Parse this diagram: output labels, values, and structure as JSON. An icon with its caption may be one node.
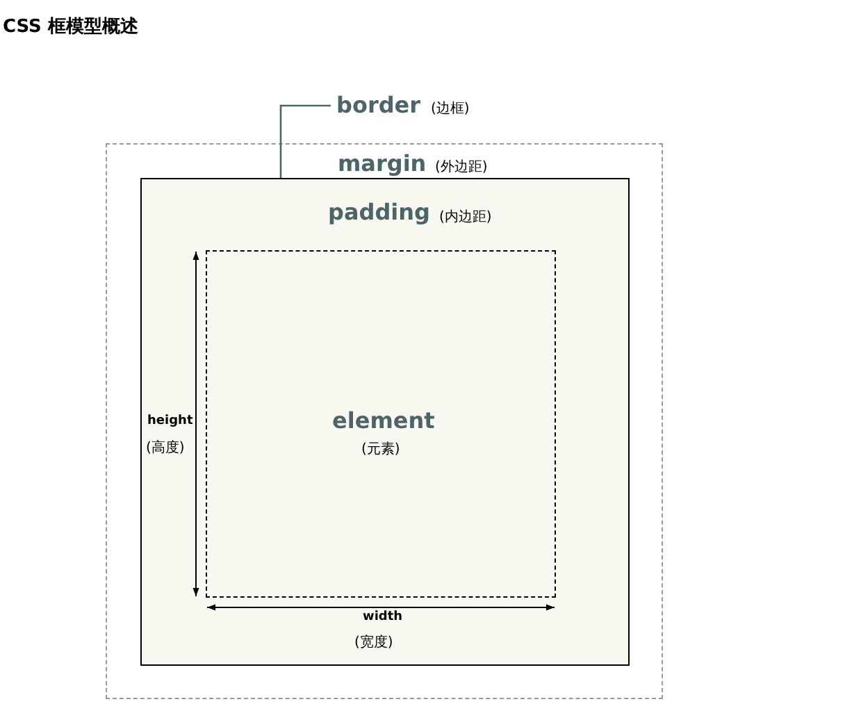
{
  "diagram": {
    "title": "CSS 框模型概述",
    "nodes": [
      {
        "text": [
          "margin",
          "(外边距)"
        ]
      },
      {
        "text": [
          "border",
          "(边框)"
        ]
      },
      {
        "text": [
          "padding",
          "(内边距)"
        ],
        "in": 0
      },
      {
        "text": [
          "element",
          "(元素)"
        ],
        "in": 2
      }
    ],
    "edges": [
      {
        "from": 1,
        "to": 2,
        "arrow": "none"
      }
    ],
    "labels": [
      "height",
      "(高度)",
      "width",
      "(宽度)"
    ]
  }
}
